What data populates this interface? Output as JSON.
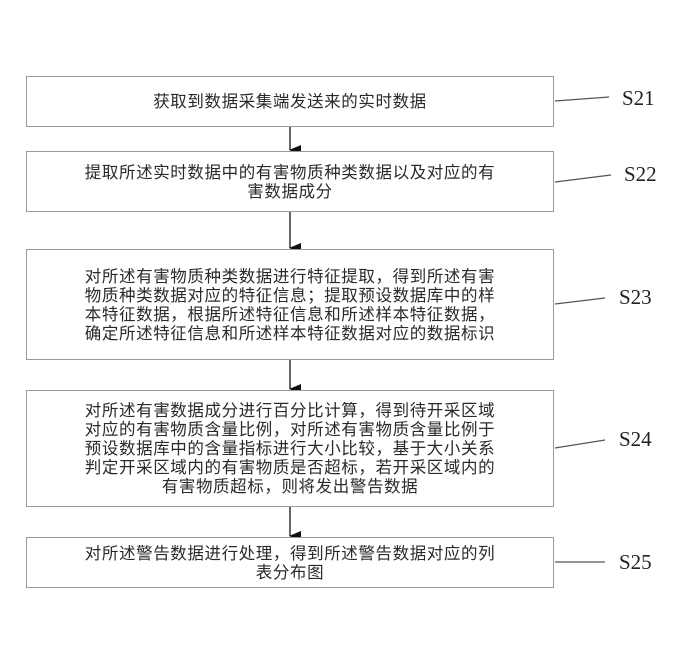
{
  "diagram": {
    "type": "flowchart",
    "steps": [
      {
        "id": "S21",
        "text": "获取到数据采集端发送来的实时数据"
      },
      {
        "id": "S22",
        "text": "提取所述实时数据中的有害物质种类数据以及对应的有\n害数据成分"
      },
      {
        "id": "S23",
        "text": "对所述有害物质种类数据进行特征提取，得到所述有害\n物质种类数据对应的特征信息；提取预设数据库中的样\n本特征数据，根据所述特征信息和所述样本特征数据，\n确定所述特征信息和所述样本特征数据对应的数据标识"
      },
      {
        "id": "S24",
        "text": "对所述有害数据成分进行百分比计算，得到待开采区域\n对应的有害物质含量比例，对所述有害物质含量比例于\n预设数据库中的含量指标进行大小比较，基于大小关系\n判定开采区域内的有害物质是否超标，若开采区域内的\n有害物质超标，则将发出警告数据"
      },
      {
        "id": "S25",
        "text": "对所述警告数据进行处理，得到所述警告数据对应的列\n表分布图"
      }
    ],
    "connections": [
      {
        "from": "S21",
        "to": "S22"
      },
      {
        "from": "S22",
        "to": "S23"
      },
      {
        "from": "S23",
        "to": "S24"
      },
      {
        "from": "S24",
        "to": "S25"
      }
    ]
  }
}
